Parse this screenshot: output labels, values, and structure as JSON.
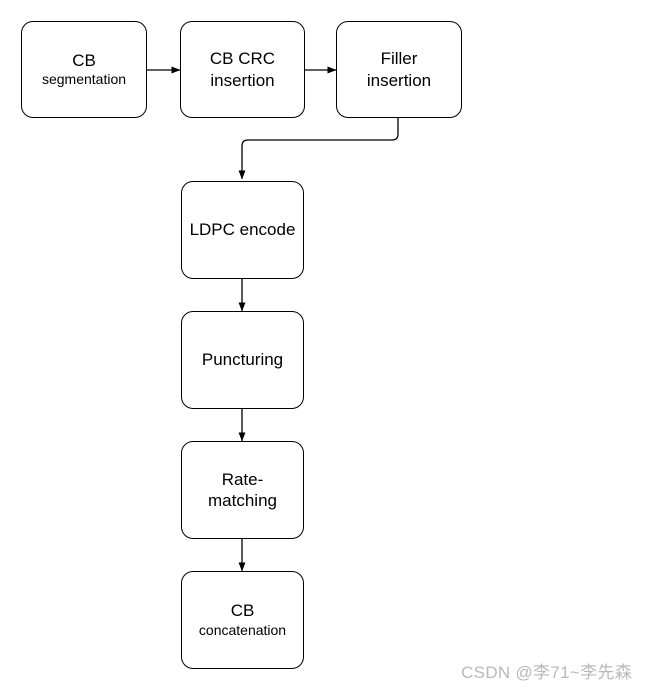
{
  "diagram": {
    "title": "LDPC channel coding chain flowchart",
    "background_color": "#ffffff",
    "stroke_color": "#000000",
    "nodes": [
      {
        "id": "cb-segmentation",
        "line1": "CB",
        "line2": "segmentation"
      },
      {
        "id": "cb-crc-insertion",
        "line1": "CB CRC",
        "line2": "insertion"
      },
      {
        "id": "filler-insertion",
        "line1": "Filler",
        "line2": "insertion"
      },
      {
        "id": "ldpc-encode",
        "line1": "LDPC encode",
        "line2": ""
      },
      {
        "id": "puncturing",
        "line1": "Puncturing",
        "line2": ""
      },
      {
        "id": "rate-matching",
        "line1": "Rate-",
        "line2": "matching"
      },
      {
        "id": "cb-concatenation",
        "line1": "CB",
        "line2": "concatenation"
      }
    ],
    "edges": [
      {
        "from": "cb-segmentation",
        "to": "cb-crc-insertion",
        "kind": "straight-right"
      },
      {
        "from": "cb-crc-insertion",
        "to": "filler-insertion",
        "kind": "straight-right"
      },
      {
        "from": "filler-insertion",
        "to": "ldpc-encode",
        "kind": "elbow-down-left"
      },
      {
        "from": "ldpc-encode",
        "to": "puncturing",
        "kind": "straight-down"
      },
      {
        "from": "puncturing",
        "to": "rate-matching",
        "kind": "straight-down"
      },
      {
        "from": "rate-matching",
        "to": "cb-concatenation",
        "kind": "straight-down"
      }
    ]
  },
  "watermark": {
    "text": "CSDN @李71~李先森",
    "color": "#b9b9b9"
  }
}
